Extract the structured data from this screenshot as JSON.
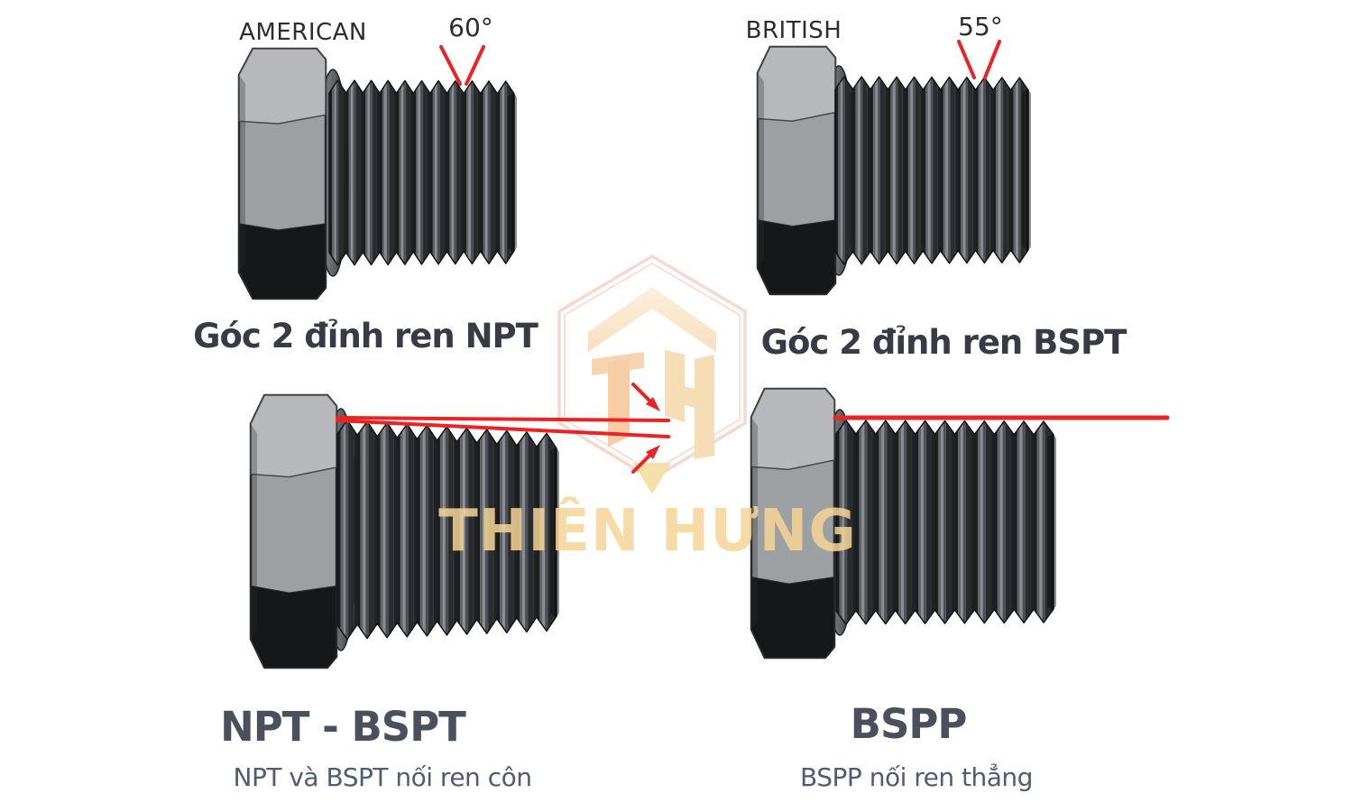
{
  "panels": {
    "top_left": {
      "country_label": "AMERICAN",
      "angle_label": "60°",
      "caption": "Góc 2 đỉnh ren NPT"
    },
    "top_right": {
      "country_label": "BRITISH",
      "angle_label": "55°",
      "caption": "Góc 2 đỉnh ren BSPT"
    },
    "bottom_left": {
      "title": "NPT - BSPT",
      "subtitle": "NPT và BSPT nối ren côn"
    },
    "bottom_right": {
      "title": "BSPP",
      "subtitle": "BSPP nối ren thẳng"
    }
  },
  "watermark": {
    "monogram": "TH",
    "text": "THIÊN HƯNG"
  },
  "colors": {
    "annotation_red": "#ea2424",
    "caption_dark": "#363b45",
    "title_slate": "#4a505c",
    "subtitle_slate": "#4f5c74",
    "watermark_gold": "#f6d598",
    "watermark_pink": "#eea894",
    "hex_head_light": "#b6b8bb",
    "hex_head_mid": "#9da0a3",
    "hex_head_dark": "#161719"
  }
}
